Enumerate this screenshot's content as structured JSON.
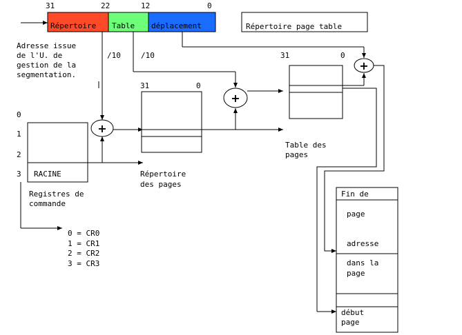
{
  "address_bits": {
    "b31": "31",
    "b22": "22",
    "b12": "12",
    "b0": "0"
  },
  "fields": {
    "repertoire": {
      "label": "Répertoire",
      "color": "#ff4a2a"
    },
    "table": {
      "label": "Table",
      "color": "#6dff7a"
    },
    "deplacement": {
      "label": "déplacement",
      "color": "#1a6cff"
    }
  },
  "legend_box": "Répertoire page table",
  "source_note": [
    "Adresse issue",
    "de l'U. de",
    "gestion de la",
    "segmentation."
  ],
  "shift_a": "/10",
  "shift_b": "/10",
  "registers": {
    "rows": [
      "0",
      "1",
      "2",
      "3"
    ],
    "racine": "RACINE",
    "caption": [
      "Registres de",
      "commande"
    ],
    "mapping": [
      "0 = CR0",
      "1 = CR1",
      "2 = CR2",
      "3 = CR3"
    ]
  },
  "page_directory": {
    "bit_hi": "31",
    "bit_lo": "0",
    "caption": [
      "Répertoire",
      "des pages"
    ]
  },
  "page_table": {
    "bit_hi": "31",
    "bit_lo": "0",
    "caption": [
      "Table des",
      "pages"
    ]
  },
  "page": {
    "end": "Fin de",
    "page1": "page",
    "address": "adresse",
    "in_the": "dans la",
    "page2": "page",
    "start": "début",
    "page3": "page"
  },
  "adders": [
    "+",
    "+",
    "+"
  ]
}
